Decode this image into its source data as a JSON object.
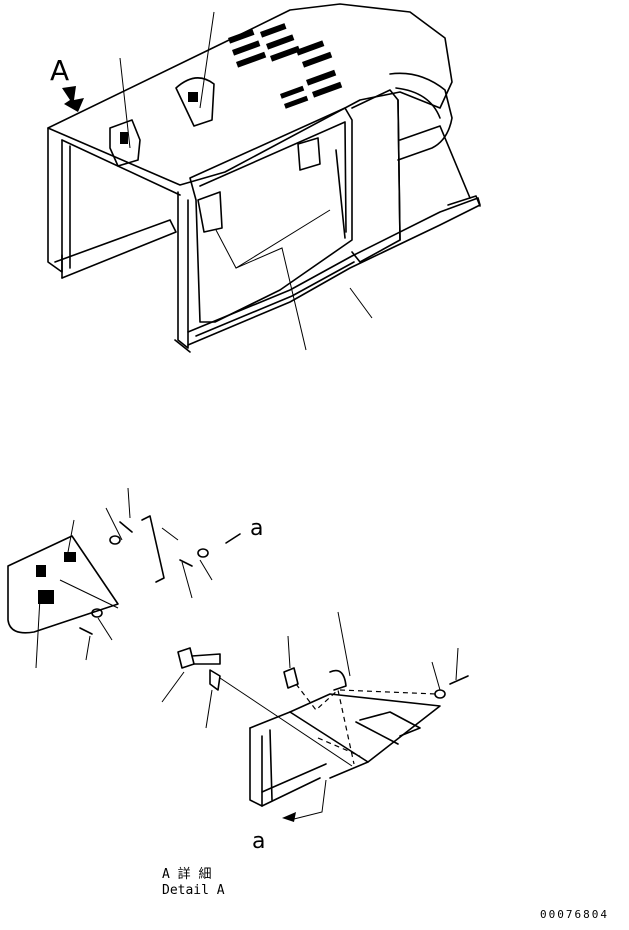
{
  "view_labels": {
    "view_a": "A",
    "arrow_a_top": "a",
    "arrow_a_bottom": "a"
  },
  "detail": {
    "jp": "A 詳 細",
    "en": "Detail A"
  },
  "drawing_number": "00076804"
}
